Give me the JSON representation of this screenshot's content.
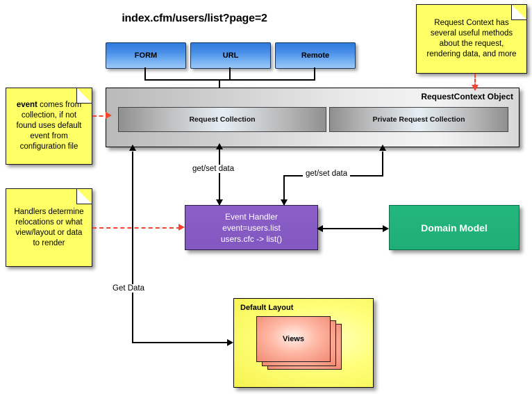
{
  "diagram": {
    "title": "index.cfm/users/list?page=2",
    "background_color": "#ffffff"
  },
  "inputs": {
    "boxes": [
      {
        "label": "FORM",
        "color": "#4a90e8"
      },
      {
        "label": "URL",
        "color": "#4a90e8"
      },
      {
        "label": "Remote",
        "color": "#4a90e8"
      }
    ]
  },
  "request_context": {
    "title": "RequestContext Object",
    "collections": [
      {
        "label": "Request Collection"
      },
      {
        "label": "Private Request Collection"
      }
    ]
  },
  "notes": [
    {
      "id": "note-request-context",
      "text": "Request Context has several useful methods about the request, rendering data, and more",
      "color": "#ffff66"
    },
    {
      "id": "note-event",
      "bold_lead": "event",
      "text": " comes from collection, if not found uses default event from configuration file",
      "color": "#ffff66"
    },
    {
      "id": "note-handlers",
      "text": "Handlers determine relocations or what view/layout or data to render",
      "color": "#ffff66"
    }
  ],
  "event_handler": {
    "lines": [
      "Event Handler",
      "event=users.list",
      "users.cfc -> list()"
    ],
    "color": "#8b5fc6"
  },
  "domain_model": {
    "label": "Domain Model",
    "color": "#23b77d"
  },
  "layout": {
    "label": "Default Layout",
    "color": "#ffff7a",
    "views_label": "Views",
    "views_color": "#f08a72"
  },
  "edges": {
    "get_set_data_left": "get/set data",
    "get_set_data_right": "get/set data",
    "get_data": "Get Data"
  },
  "colors": {
    "note_yellow": "#ffff66",
    "red_dashed": "#f4462e",
    "blue": "#4a90e8",
    "purple": "#8b5fc6",
    "green": "#23b77d",
    "salmon": "#f08a72"
  }
}
